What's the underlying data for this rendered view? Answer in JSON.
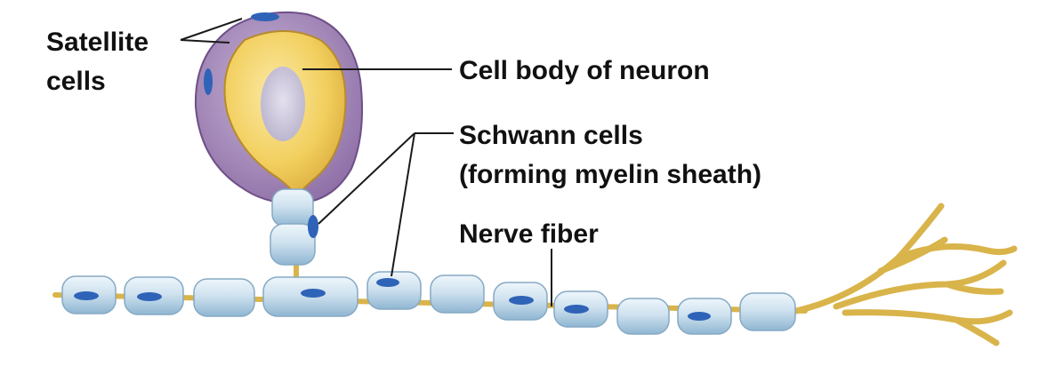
{
  "labels": {
    "satellite_line1": "Satellite",
    "satellite_line2": "cells",
    "cell_body": "Cell body of neuron",
    "schwann_line1": "Schwann cells",
    "schwann_line2": "(forming myelin sheath)",
    "nerve_fiber": "Nerve fiber"
  },
  "colors": {
    "axon": "#d9b44a",
    "myelin": "#bcd6e8",
    "myelin_highlight": "#eef6fb",
    "schwann_nucleus": "#2f63b8",
    "satellite": "#9a7bb0",
    "soma": "#f2cf5e",
    "soma_nucleus": "#c7c2d8"
  }
}
